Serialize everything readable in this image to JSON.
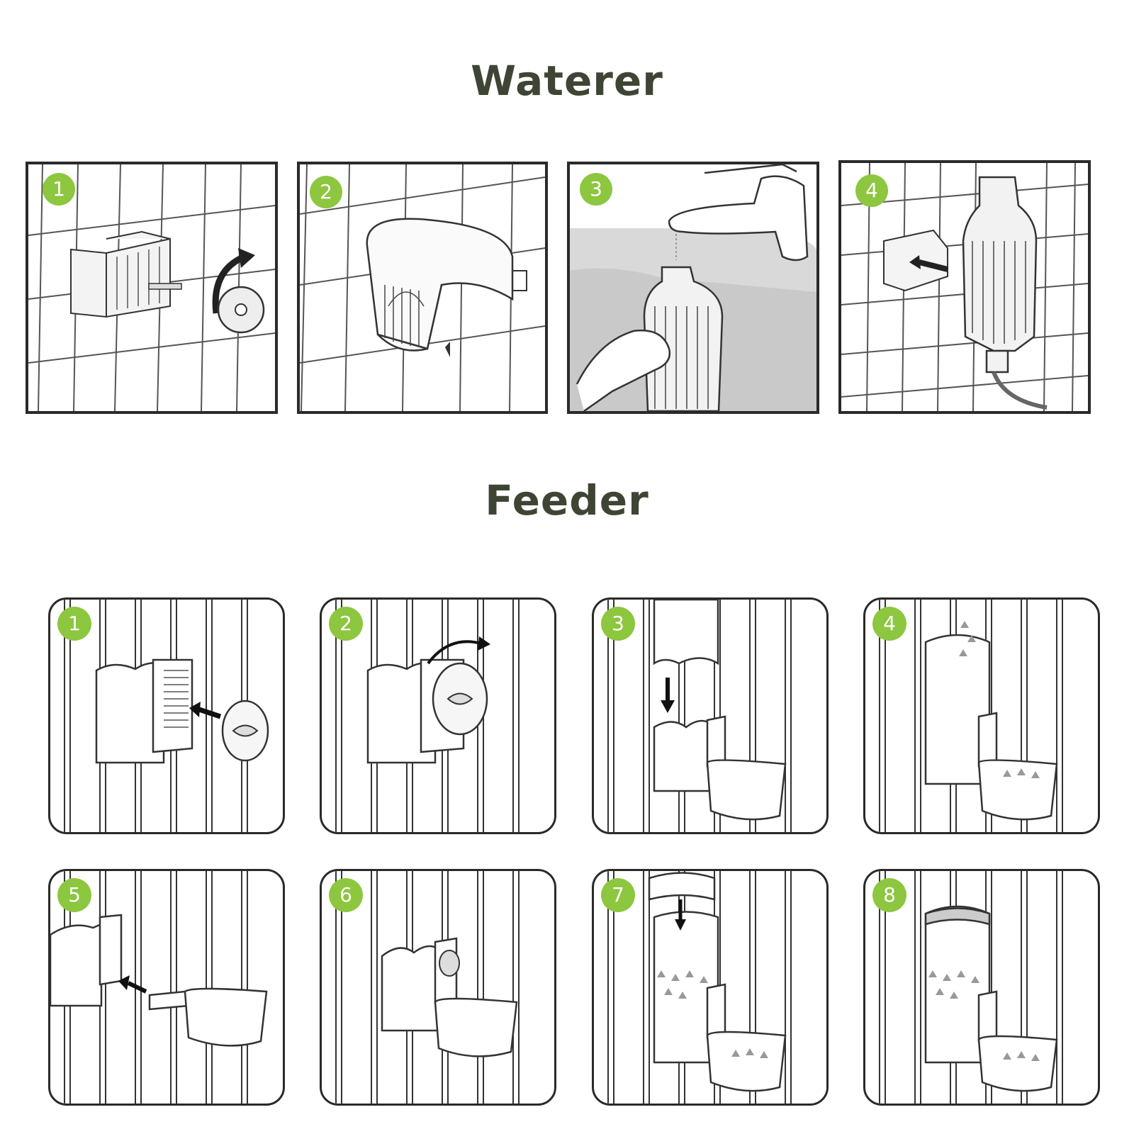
{
  "waterer": {
    "title": "Waterer",
    "steps": [
      "1",
      "2",
      "3",
      "4"
    ]
  },
  "feeder": {
    "title": "Feeder",
    "steps": [
      "1",
      "2",
      "3",
      "4",
      "5",
      "6",
      "7",
      "8"
    ]
  },
  "colors": {
    "heading": "#3f4534",
    "badge": "#8dc63f",
    "line": "#2a2a2a"
  }
}
